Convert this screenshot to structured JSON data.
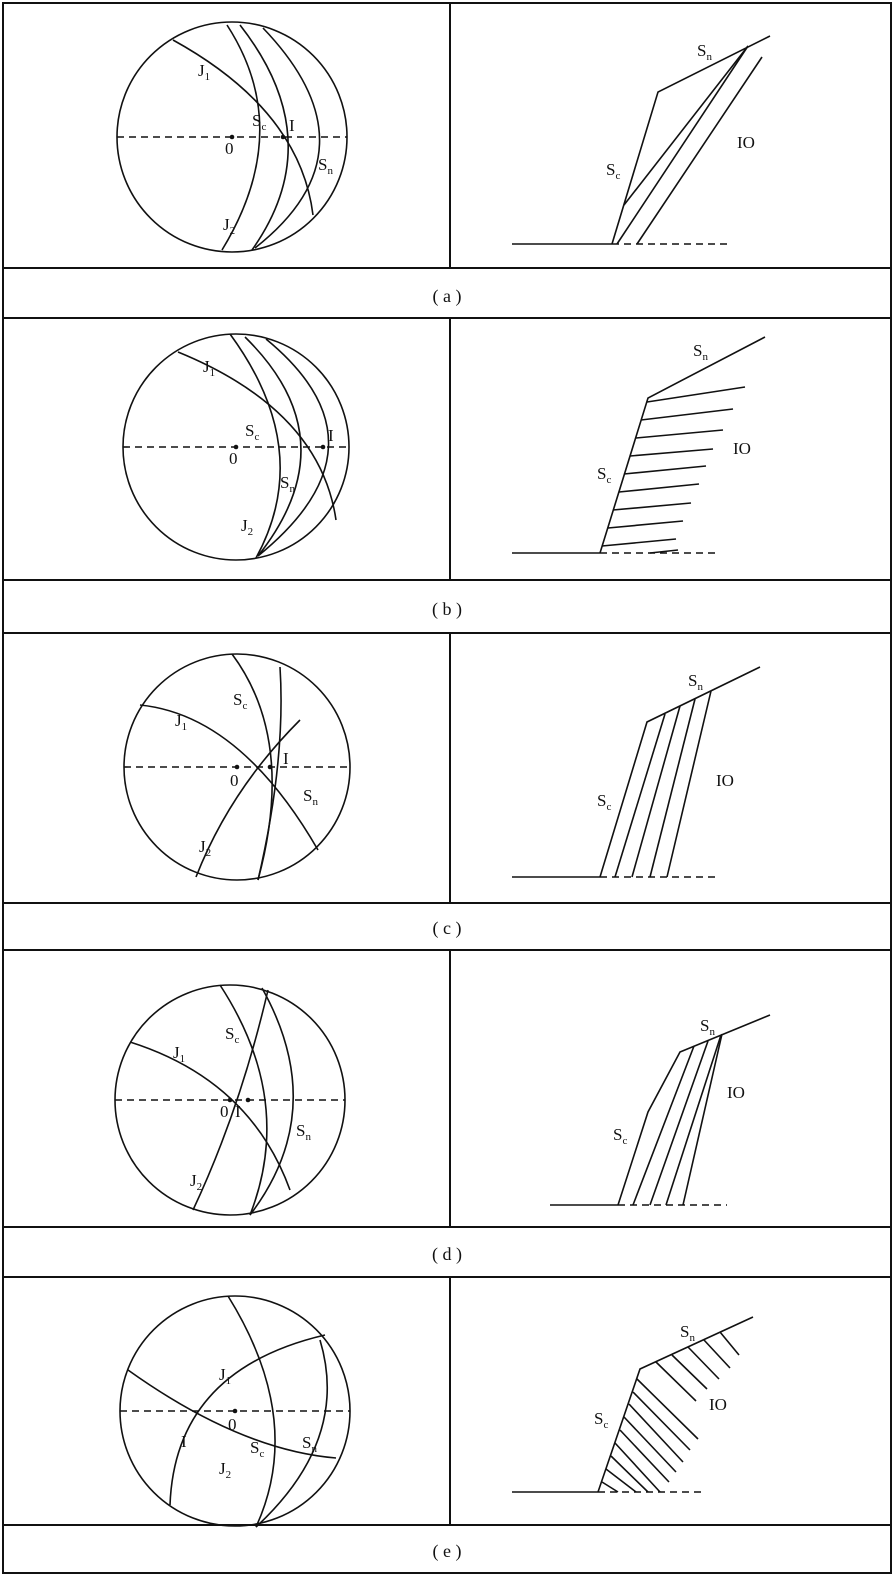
{
  "panels": [
    {
      "id": "a",
      "caption": "( a )",
      "net": {
        "J1": "J",
        "J1_sub": "1",
        "J2": "J",
        "J2_sub": "2",
        "Sc": "S",
        "Sc_sub": "c",
        "Sn": "S",
        "Sn_sub": "n",
        "I": "I",
        "O": "0"
      },
      "slope": {
        "Sc": "S",
        "Sc_sub": "c",
        "Sn": "S",
        "Sn_sub": "n",
        "IO": "IO"
      }
    },
    {
      "id": "b",
      "caption": "( b )",
      "net": {
        "J1": "J",
        "J1_sub": "1",
        "J2": "J",
        "J2_sub": "2",
        "Sc": "S",
        "Sc_sub": "c",
        "Sn": "S",
        "Sn_sub": "n",
        "I": "I",
        "O": "0"
      },
      "slope": {
        "Sc": "S",
        "Sc_sub": "c",
        "Sn": "S",
        "Sn_sub": "n",
        "IO": "IO"
      }
    },
    {
      "id": "c",
      "caption": "( c )",
      "net": {
        "J1": "J",
        "J1_sub": "1",
        "J2": "J",
        "J2_sub": "2",
        "Sc": "S",
        "Sc_sub": "c",
        "Sn": "S",
        "Sn_sub": "n",
        "I": "I",
        "O": "0"
      },
      "slope": {
        "Sc": "S",
        "Sc_sub": "c",
        "Sn": "S",
        "Sn_sub": "n",
        "IO": "IO"
      }
    },
    {
      "id": "d",
      "caption": "( d )",
      "net": {
        "J1": "J",
        "J1_sub": "1",
        "J2": "J",
        "J2_sub": "2",
        "Sc": "S",
        "Sc_sub": "c",
        "Sn": "S",
        "Sn_sub": "n",
        "I": "I",
        "O": "0"
      },
      "slope": {
        "Sc": "S",
        "Sc_sub": "c",
        "Sn": "S",
        "Sn_sub": "n",
        "IO": "IO"
      }
    },
    {
      "id": "e",
      "caption": "( e )",
      "net": {
        "J1": "J",
        "J1_sub": "1",
        "J2": "J",
        "J2_sub": "2",
        "Sc": "S",
        "Sc_sub": "c",
        "Sn": "S",
        "Sn_sub": "n",
        "I": "I",
        "O": "0"
      },
      "slope": {
        "Sc": "S",
        "Sc_sub": "c",
        "Sn": "S",
        "Sn_sub": "n",
        "IO": "IO"
      }
    }
  ]
}
